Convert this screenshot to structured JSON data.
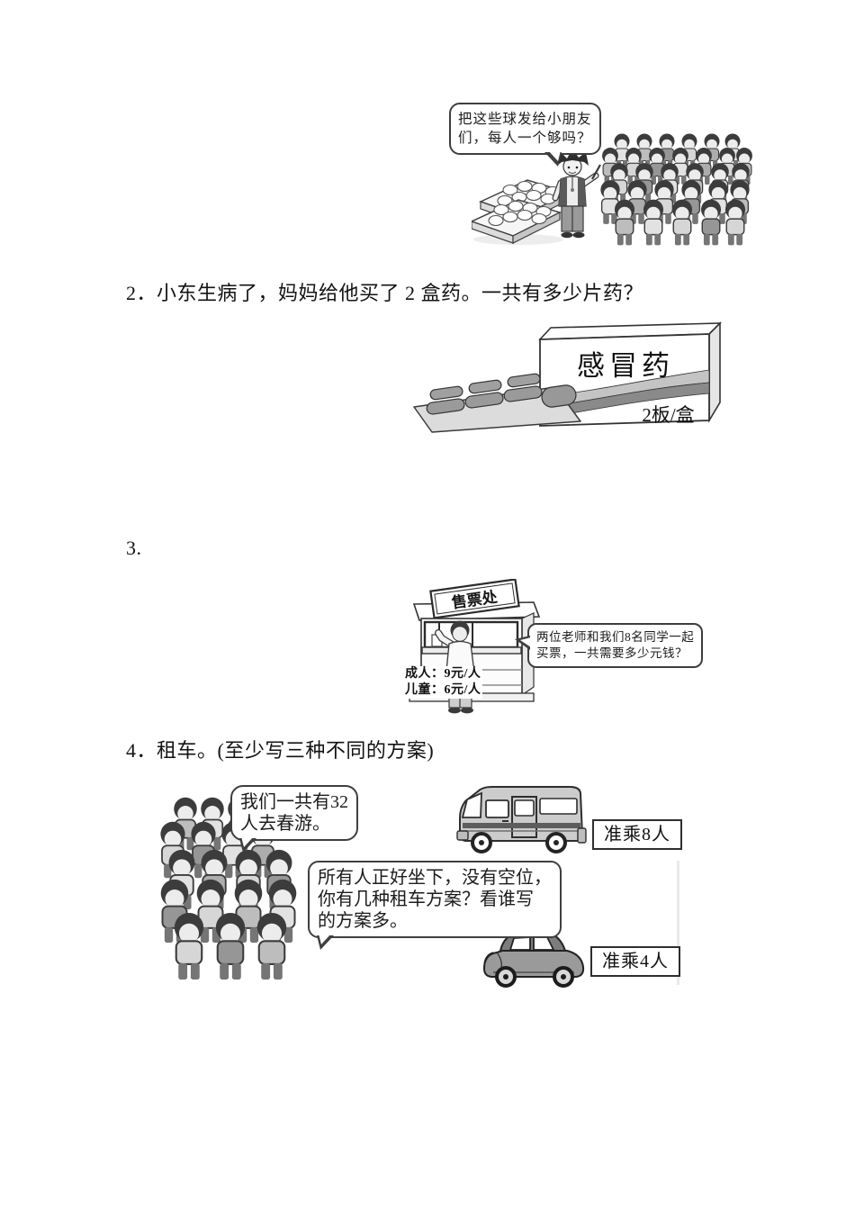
{
  "colors": {
    "ink": "#131313",
    "outline": "#3f3f3f",
    "gray_light": "#e2e2e2",
    "gray_mid": "#9a9a9a",
    "gray_dark": "#4a4a4a"
  },
  "problem1": {
    "bubble_lines": [
      "把这些球发给小朋友",
      "们，每人一个够吗？"
    ]
  },
  "problem2": {
    "text": "2．小东生病了，妈妈给他买了 2 盒药。一共有多少片药？",
    "medicine": {
      "name": "感冒药",
      "spec": "2板/盒"
    }
  },
  "problem3": {
    "number": "3.",
    "ticket_office": {
      "sign": "售票处",
      "price_lines": [
        "成人：9元/人",
        "儿童：6元/人"
      ],
      "bubble_lines": [
        "两位老师和我们8名同学一起",
        "买票，一共需要多少元钱？"
      ]
    }
  },
  "problem4": {
    "text": "4．租车。(至少写三种不同的方案)",
    "bubble1_lines": [
      "我们一共有32",
      "人去春游。"
    ],
    "bubble2_lines": [
      "所有人正好坐下，没有空位，",
      "你有几种租车方案？看谁写",
      "的方案多。"
    ],
    "van_capacity": "准乘8人",
    "car_capacity": "准乘4人"
  }
}
